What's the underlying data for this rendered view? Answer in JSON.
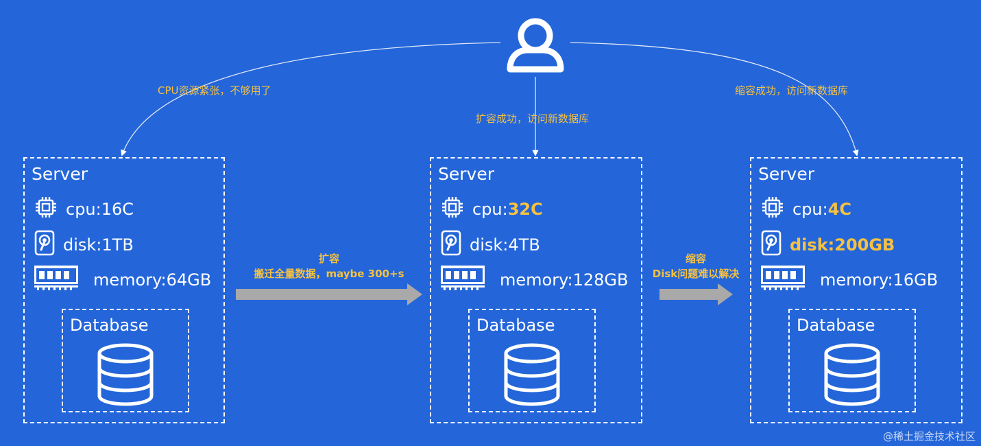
{
  "user": {
    "icon": "user-icon"
  },
  "edges": {
    "to_server1": "CPU资源紧张，不够用了",
    "to_server2": "扩容成功，访问新数据库",
    "to_server3": "缩容成功，访问新数据库"
  },
  "arrows": {
    "expand": {
      "title": "扩容",
      "subtitle": "搬迁全量数据，maybe 300+s"
    },
    "shrink": {
      "title": "缩容",
      "subtitle": "Disk问题难以解决"
    }
  },
  "servers": [
    {
      "title": "Server",
      "cpu": {
        "label": "cpu: ",
        "value": "16C",
        "highlight": false
      },
      "disk": {
        "label": "disk: ",
        "value": "1TB",
        "highlight": false
      },
      "memory": {
        "label": "memory: ",
        "value": "64GB",
        "highlight": false
      },
      "database": "Database"
    },
    {
      "title": "Server",
      "cpu": {
        "label": "cpu: ",
        "value": "32C",
        "highlight": true
      },
      "disk": {
        "label": "disk: ",
        "value": "4TB",
        "highlight": false
      },
      "memory": {
        "label": "memory: ",
        "value": "128GB",
        "highlight": false
      },
      "database": "Database"
    },
    {
      "title": "Server",
      "cpu": {
        "label": "cpu: ",
        "value": "4C",
        "highlight": true
      },
      "disk": {
        "label": "disk: ",
        "value": "200GB",
        "highlight": true
      },
      "memory": {
        "label": "memory: ",
        "value": "16GB",
        "highlight": false
      },
      "database": "Database"
    }
  ],
  "icons": {
    "cpu": "cpu-chip-icon",
    "disk": "hard-disk-icon",
    "memory": "memory-stick-icon",
    "database": "database-icon"
  },
  "colors": {
    "background": "#2466d9",
    "highlight": "#f5c142",
    "arrow": "#a9a9a9"
  },
  "watermark": "@稀土掘金技术社区"
}
